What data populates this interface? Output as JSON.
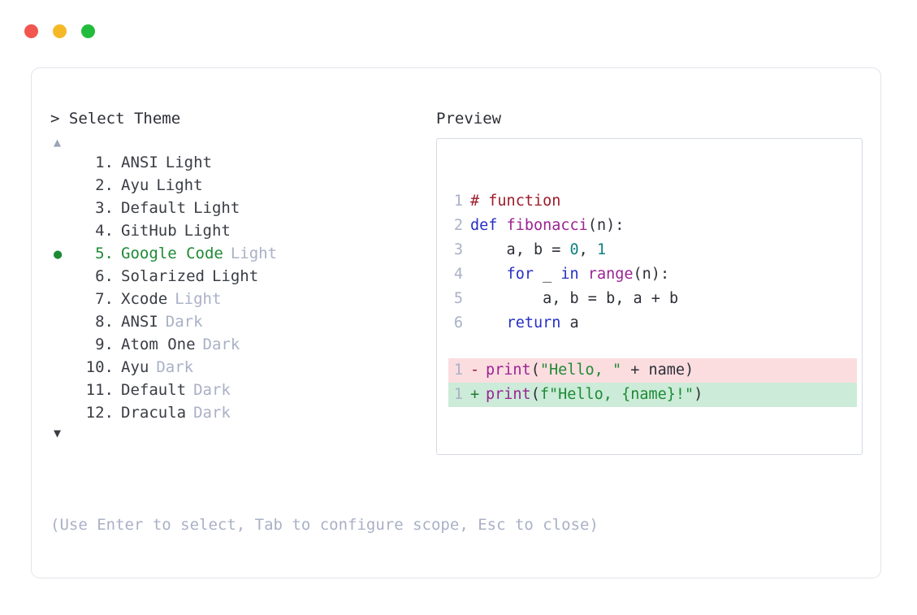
{
  "window": {
    "controls": [
      {
        "name": "close",
        "color": "#F2564F"
      },
      {
        "name": "minimize",
        "color": "#F5B928"
      },
      {
        "name": "maximize",
        "color": "#22BC3C"
      }
    ]
  },
  "prompt": {
    "marker": ">",
    "title": "Select Theme",
    "scroll_up": "▲",
    "scroll_down": "▼",
    "selected_bullet": "●",
    "selected_index": 5,
    "items": [
      {
        "number": "1.",
        "name": "ANSI",
        "variant": "Light",
        "variant_muted": false,
        "selected": false
      },
      {
        "number": "2.",
        "name": "Ayu",
        "variant": "Light",
        "variant_muted": false,
        "selected": false
      },
      {
        "number": "3.",
        "name": "Default",
        "variant": "Light",
        "variant_muted": false,
        "selected": false
      },
      {
        "number": "4.",
        "name": "GitHub",
        "variant": "Light",
        "variant_muted": false,
        "selected": false
      },
      {
        "number": "5.",
        "name": "Google Code",
        "variant": "Light",
        "variant_muted": true,
        "selected": true
      },
      {
        "number": "6.",
        "name": "Solarized",
        "variant": "Light",
        "variant_muted": false,
        "selected": false
      },
      {
        "number": "7.",
        "name": "Xcode",
        "variant": "Light",
        "variant_muted": true,
        "selected": false
      },
      {
        "number": "8.",
        "name": "ANSI",
        "variant": "Dark",
        "variant_muted": true,
        "selected": false
      },
      {
        "number": "9.",
        "name": "Atom One",
        "variant": "Dark",
        "variant_muted": true,
        "selected": false
      },
      {
        "number": "10.",
        "name": "Ayu",
        "variant": "Dark",
        "variant_muted": true,
        "selected": false
      },
      {
        "number": "11.",
        "name": "Default",
        "variant": "Dark",
        "variant_muted": true,
        "selected": false
      },
      {
        "number": "12.",
        "name": "Dracula",
        "variant": "Dark",
        "variant_muted": true,
        "selected": false
      }
    ]
  },
  "preview": {
    "title": "Preview",
    "code_lines": [
      {
        "ln": "1",
        "tokens": [
          {
            "t": "# function",
            "c": "comment"
          }
        ]
      },
      {
        "ln": "2",
        "tokens": [
          {
            "t": "def ",
            "c": "keyword"
          },
          {
            "t": "fibonacci",
            "c": "func"
          },
          {
            "t": "(n):",
            "c": "plain"
          }
        ]
      },
      {
        "ln": "3",
        "tokens": [
          {
            "t": "    a, b = ",
            "c": "plain"
          },
          {
            "t": "0",
            "c": "number"
          },
          {
            "t": ", ",
            "c": "plain"
          },
          {
            "t": "1",
            "c": "number"
          }
        ]
      },
      {
        "ln": "4",
        "tokens": [
          {
            "t": "    ",
            "c": "plain"
          },
          {
            "t": "for",
            "c": "keyword"
          },
          {
            "t": " _ ",
            "c": "plain"
          },
          {
            "t": "in",
            "c": "keyword"
          },
          {
            "t": " ",
            "c": "plain"
          },
          {
            "t": "range",
            "c": "func"
          },
          {
            "t": "(n):",
            "c": "plain"
          }
        ]
      },
      {
        "ln": "5",
        "tokens": [
          {
            "t": "        a, b = b, a + b",
            "c": "plain"
          }
        ]
      },
      {
        "ln": "6",
        "tokens": [
          {
            "t": "    ",
            "c": "plain"
          },
          {
            "t": "return",
            "c": "keyword"
          },
          {
            "t": " a",
            "c": "plain"
          }
        ]
      }
    ],
    "diff_lines": [
      {
        "ln": "1",
        "sign": "-",
        "kind": "del",
        "tokens": [
          {
            "t": "print",
            "c": "func"
          },
          {
            "t": "(",
            "c": "plain"
          },
          {
            "t": "\"Hello, \"",
            "c": "string"
          },
          {
            "t": " + name)",
            "c": "plain"
          }
        ]
      },
      {
        "ln": "1",
        "sign": "+",
        "kind": "add",
        "tokens": [
          {
            "t": "print",
            "c": "func"
          },
          {
            "t": "(",
            "c": "plain"
          },
          {
            "t": "f\"Hello, {name}!\"",
            "c": "string"
          },
          {
            "t": ")",
            "c": "plain"
          }
        ]
      }
    ]
  },
  "footer": {
    "hint": "(Use Enter to select, Tab to configure scope, Esc to close)"
  },
  "colors": {
    "accent_green": "#1E8A35",
    "muted": "#A9B1C6",
    "text": "#3A3D44",
    "diff_add_bg": "#CCEBD8",
    "diff_del_bg": "#FBDDE0",
    "card_border": "#E2E4EA",
    "panel_border": "#D6DAE4"
  }
}
